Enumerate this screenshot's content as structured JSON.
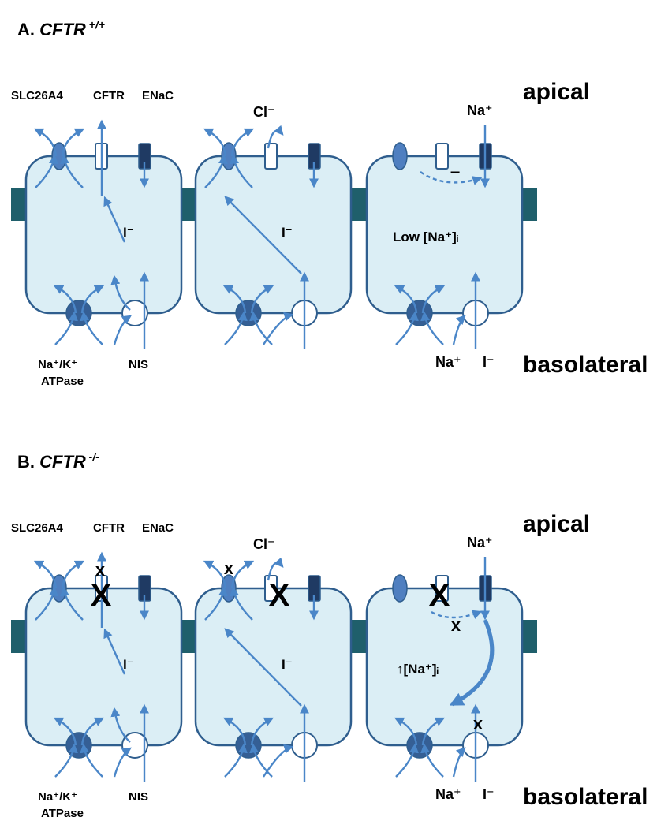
{
  "panels": [
    {
      "label_prefix": "A. ",
      "genotype": "CFTR",
      "genotype_sup": " +/+",
      "apical": "apical",
      "basolateral": "basolateral",
      "transporters": {
        "slc26a4": "SLC26A4",
        "cftr": "CFTR",
        "enac": "ENaC"
      },
      "pump": {
        "line1": "Na⁺/K⁺",
        "line2": "ATPase"
      },
      "nis": "NIS",
      "iodide_cell1": "I⁻",
      "iodide_cell2": "I⁻",
      "chloride": "Cl⁻",
      "sodium_apical": "Na⁺",
      "sodium_concentration": "Low [Na⁺]ᵢ",
      "minus_sign": "−",
      "sodium_basolateral": "Na⁺",
      "iodide_basolateral": "I⁻"
    },
    {
      "label_prefix": "B. ",
      "genotype": "CFTR",
      "genotype_sup": " -/-",
      "apical": "apical",
      "basolateral": "basolateral",
      "transporters": {
        "slc26a4": "SLC26A4",
        "cftr": "CFTR",
        "enac": "ENaC"
      },
      "pump": {
        "line1": "Na⁺/K⁺",
        "line2": "ATPase"
      },
      "nis": "NIS",
      "iodide_cell1": "I⁻",
      "iodide_cell2": "I⁻",
      "chloride": "Cl⁻",
      "sodium_apical": "Na⁺",
      "sodium_concentration": "↑[Na⁺]ᵢ",
      "block_big": "X",
      "block_small": "x",
      "sodium_basolateral": "Na⁺",
      "iodide_basolateral": "I⁻"
    }
  ],
  "colors": {
    "cell_fill": "#dbeef5",
    "cell_stroke": "#2f5e8e",
    "arrow": "#4a86c8",
    "slc26a4": "#4f7fc0",
    "pump": "#355f95",
    "enac": "#1f3a63",
    "junction": "#1f5f6b",
    "text": "#000000"
  }
}
